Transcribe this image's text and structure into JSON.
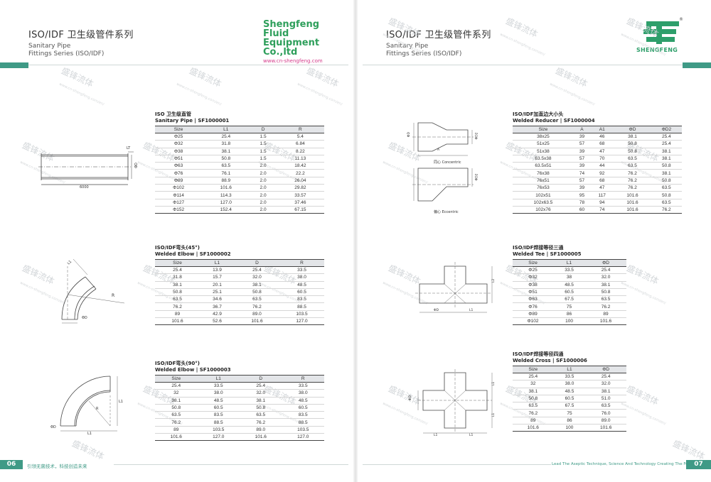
{
  "left_page": {
    "title": "ISO/IDF 卫生级管件系列",
    "subtitle1": "Sanitary Pipe",
    "subtitle2": "Fittings Series (ISO/IDF)",
    "page_number": "06",
    "footer": "引领无菌技术，科技创造未来"
  },
  "brand": {
    "name1": "Shengfeng",
    "name2": "Fluid Equipment",
    "name3": "Co.,ltd",
    "url": "www.cn-shengfeng.com",
    "logo_text": "SHENGFENG",
    "registered": "®"
  },
  "right_page": {
    "title": "ISO/IDF 卫生级管件系列",
    "subtitle1": "Sanitary Pipe",
    "subtitle2": "Fittings Series (ISO/IDF)",
    "page_number": "07",
    "footer": "Lead The Aseptic Technique, Science And Technology Creating The Future"
  },
  "watermark": {
    "text": "盛锋流体",
    "url": "www.cn-shengfeng.com/en/"
  },
  "tables": {
    "pipe": {
      "title_cn": "ISO 卫生级直管",
      "title_en": "Sanitary Pipe | SF1000001",
      "headers": [
        "Size",
        "L1",
        "D",
        "R"
      ],
      "rows": [
        [
          "Φ25",
          "25.4",
          "1.5",
          "5.4"
        ],
        [
          "Φ32",
          "31.8",
          "1.5",
          "6.84"
        ],
        [
          "Φ38",
          "38.1",
          "1.5",
          "8.22"
        ],
        [
          "Φ51",
          "50.8",
          "1.5",
          "11.13"
        ],
        [
          "Φ63",
          "63.5",
          "2.0",
          "18.42"
        ],
        [
          "Φ76",
          "76.1",
          "2.0",
          "22.2"
        ],
        [
          "Φ89",
          "88.9",
          "2.0",
          "26.04"
        ],
        [
          "Φ102",
          "101.6",
          "2.0",
          "29.82"
        ],
        [
          "Φ114",
          "114.3",
          "2.0",
          "33.57"
        ],
        [
          "Φ127",
          "127.0",
          "2.0",
          "37.46"
        ],
        [
          "Φ152",
          "152.4",
          "2.0",
          "67.15"
        ]
      ]
    },
    "elbow45": {
      "title_cn": "ISO/IDF弯头(45°)",
      "title_en": "Welded Elbow | SF1000002",
      "headers": [
        "Size",
        "L1",
        "D",
        "R"
      ],
      "rows": [
        [
          "25.4",
          "13.9",
          "25.4",
          "33.5"
        ],
        [
          "31.8",
          "15.7",
          "32.0",
          "38.0"
        ],
        [
          "38.1",
          "20.1",
          "38.1",
          "48.5"
        ],
        [
          "50.8",
          "25.1",
          "50.8",
          "60.5"
        ],
        [
          "63.5",
          "34.6",
          "63.5",
          "83.5"
        ],
        [
          "76.2",
          "36.7",
          "76.2",
          "88.5"
        ],
        [
          "89",
          "42.9",
          "89.0",
          "103.5"
        ],
        [
          "101.6",
          "52.6",
          "101.6",
          "127.0"
        ]
      ]
    },
    "elbow90": {
      "title_cn": "ISO/IDF弯头(90°)",
      "title_en": "Welded Elbow | SF1000003",
      "headers": [
        "Size",
        "L1",
        "D",
        "R"
      ],
      "rows": [
        [
          "25.4",
          "33.5",
          "25.4",
          "33.5"
        ],
        [
          "32",
          "38.0",
          "32.0",
          "38.0"
        ],
        [
          "38.1",
          "48.5",
          "38.1",
          "48.5"
        ],
        [
          "50.8",
          "60.5",
          "50.8",
          "60.5"
        ],
        [
          "63.5",
          "83.5",
          "63.5",
          "83.5"
        ],
        [
          "76.2",
          "88.5",
          "76.2",
          "88.5"
        ],
        [
          "89",
          "103.5",
          "89.0",
          "103.5"
        ],
        [
          "101.6",
          "127.0",
          "101.6",
          "127.0"
        ]
      ]
    },
    "reducer": {
      "title_cn": "ISO/IDF加直边大小头",
      "title_en": "Welded Reducer | SF1000004",
      "headers": [
        "Size",
        "A",
        "A1",
        "ΦD",
        "ΦD2"
      ],
      "rows": [
        [
          "38x25",
          "39",
          "46",
          "38.1",
          "25.4"
        ],
        [
          "51x25",
          "57",
          "68",
          "50.8",
          "25.4"
        ],
        [
          "51x38",
          "39",
          "47",
          "50.8",
          "38.1"
        ],
        [
          "63.5x38",
          "57",
          "70",
          "63.5",
          "38.1"
        ],
        [
          "63.5x51",
          "39",
          "44",
          "63.5",
          "50.8"
        ],
        [
          "76x38",
          "74",
          "92",
          "76.2",
          "38.1"
        ],
        [
          "76x51",
          "57",
          "68",
          "76.2",
          "50.8"
        ],
        [
          "76x53",
          "39",
          "47",
          "76.2",
          "63.5"
        ],
        [
          "102x51",
          "95",
          "117",
          "101.6",
          "50.8"
        ],
        [
          "102x63.5",
          "78",
          "94",
          "101.6",
          "63.5"
        ],
        [
          "102x76",
          "60",
          "74",
          "101.6",
          "76.2"
        ]
      ]
    },
    "tee": {
      "title_cn": "ISO/IDF焊接等径三通",
      "title_en": "Welded Tee | SF1000005",
      "headers": [
        "Size",
        "L1",
        "ΦD"
      ],
      "rows": [
        [
          "Φ25",
          "33.5",
          "25.4"
        ],
        [
          "Φ32",
          "38",
          "32.0"
        ],
        [
          "Φ38",
          "48.5",
          "38.1"
        ],
        [
          "Φ51",
          "60.5",
          "50.8"
        ],
        [
          "Φ63",
          "67.5",
          "63.5"
        ],
        [
          "Φ76",
          "75",
          "76.2"
        ],
        [
          "Φ89",
          "86",
          "89"
        ],
        [
          "Φ102",
          "100",
          "101.6"
        ]
      ]
    },
    "cross": {
      "title_cn": "ISO/IDF焊接等径四通",
      "title_en": "Welded Cross | SF1000006",
      "headers": [
        "Size",
        "L1",
        "ΦD"
      ],
      "rows": [
        [
          "25.4",
          "33.5",
          "25.4"
        ],
        [
          "32",
          "38.0",
          "32.0"
        ],
        [
          "38.1",
          "48.5",
          "38.1"
        ],
        [
          "50.8",
          "60.5",
          "51.0"
        ],
        [
          "63.5",
          "67.5",
          "63.5"
        ],
        [
          "76.2",
          "75",
          "76.0"
        ],
        [
          "89",
          "86",
          "89.0"
        ],
        [
          "101.6",
          "100",
          "101.6"
        ]
      ]
    }
  },
  "drawing_labels": {
    "pipe_lt": "LT",
    "pipe_od": "ΦD",
    "pipe_len": "6000",
    "elbow45_l1": "L1",
    "elbow45_r": "R",
    "elbow45_d": "ΦD",
    "elbow90_r": "R",
    "elbow90_l1": "L1",
    "elbow90_d": "ΦD",
    "reducer_concentric": "同心 Concentric",
    "reducer_eccentric": "偏心 Eccentric",
    "reducer_a": "A",
    "reducer_d1": "ΦD",
    "reducer_d2": "ΦD2",
    "tee_l1": "L1",
    "tee_l2": "L2",
    "tee_d": "ΦD",
    "cross_l1": "L1",
    "cross_d": "ΦD"
  }
}
